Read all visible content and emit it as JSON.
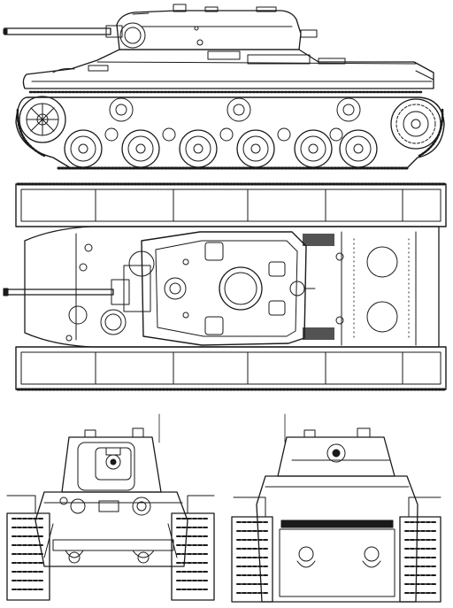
{
  "drawing": {
    "views": [
      "side-view",
      "top-view",
      "front-view",
      "rear-view"
    ],
    "line_color": "#1a1a1a",
    "paper_color": "#ffffff",
    "labels": []
  }
}
